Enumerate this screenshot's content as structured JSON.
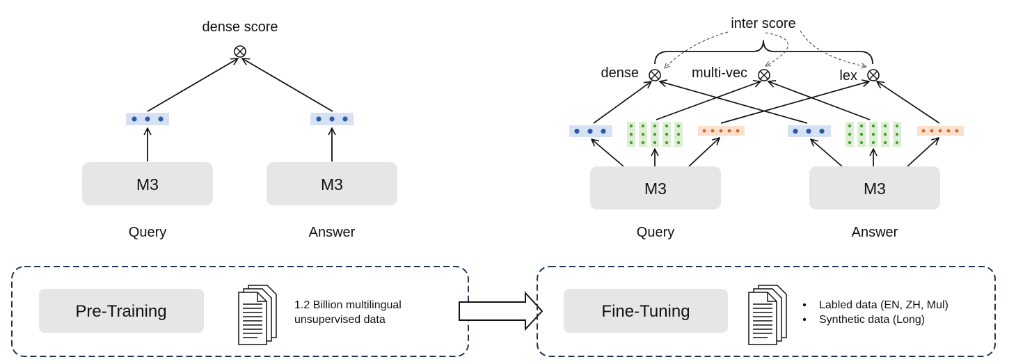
{
  "left": {
    "score_label": "dense score",
    "query_model": "M3",
    "answer_model": "M3",
    "query_label": "Query",
    "answer_label": "Answer"
  },
  "right": {
    "inter_score_label": "inter score",
    "dense_label": "dense",
    "multivec_label": "multi-vec",
    "lex_label": "lex",
    "query_model": "M3",
    "answer_model": "M3",
    "query_label": "Query",
    "answer_label": "Answer"
  },
  "stages": {
    "pretraining": {
      "title": "Pre-Training",
      "data_line1": "1.2 Billion multilingual",
      "data_line2": "unsupervised data"
    },
    "finetuning": {
      "title": "Fine-Tuning",
      "bullets": [
        "Labled data (EN, ZH, Mul)",
        "Synthetic data (Long)"
      ]
    }
  },
  "colors": {
    "model_box": "#e6e6e6",
    "dense_vec_bg": "#d6e2f3",
    "dense_dot": "#2e5aa8",
    "multi_vec_bg": "#dcefd3",
    "multi_dot": "#4e9a37",
    "lex_vec_bg": "#fbe0cd",
    "lex_dot": "#d8652a",
    "stage_border": "#1f3355"
  },
  "icons": {
    "score": "otimes-icon",
    "document": "document-stack-icon",
    "arrow": "hollow-right-arrow-icon"
  }
}
